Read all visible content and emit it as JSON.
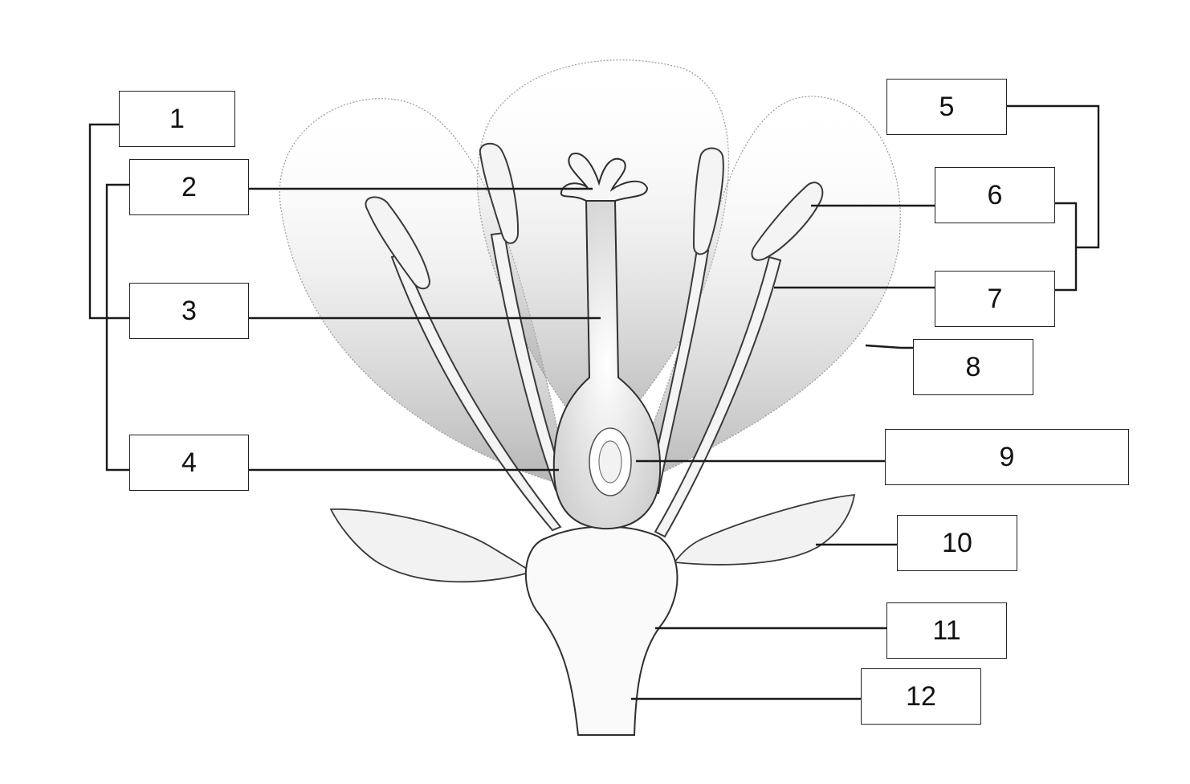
{
  "labels": {
    "b1": "1",
    "b2": "2",
    "b3": "3",
    "b4": "4",
    "b5": "5",
    "b6": "6",
    "b7": "7",
    "b8": "8",
    "b9": "9",
    "b10": "10",
    "b11": "11",
    "b12": "12"
  },
  "colors": {
    "line": "#1a1a1a",
    "outline": "#4a4a4a",
    "petal_shade": "#c8c8c8",
    "background": "#ffffff"
  }
}
